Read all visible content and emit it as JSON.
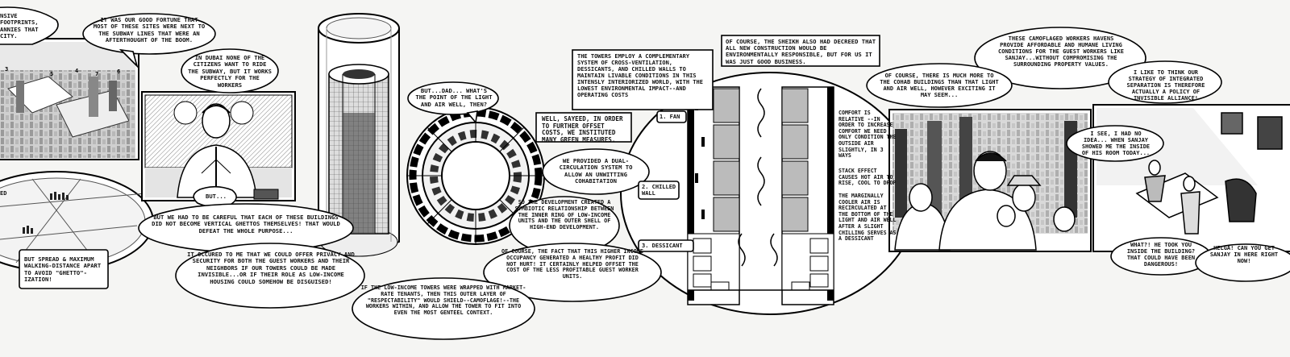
{
  "bubbles": {
    "b1": "NSIVE FOOTPRINTS, ANNIES THAT CITY.",
    "b2": "IT WAS OUR GOOD FORTUNE THAT MOST OF THESE SITES WERE NEXT TO THE SUBWAY LINES THAT WERE AN AFTERTHOUGHT OF THE BOOM.",
    "b3": "IN DUBAI NONE OF THE CITIZENS WANT TO RIDE THE SUBWAY, BUT IT WORKS PERFECTLY FOR THE WORKERS",
    "b4": "BUT...",
    "b5": "BUT WE HAD TO BE CAREFUL THAT EACH OF THESE BUILDINGS DID NOT BECOME VERTICAL GHETTOS THEMSELVES! THAT WOULD DEFEAT THE WHOLE PURPOSE...",
    "b6": "BUT SPREAD & MAXIMUM WALKING-DISTANCE APART TO AVOID \"GHETTO\"-IZATION!",
    "b7": "IT OCCURED TO ME THAT WE COULD OFFER PRIVACY AND SECURITY FOR BOTH THE GUEST WORKERS AND THEIR NEIGHBORS IF OUR TOWERS COULD BE MADE INVISIBLE...OR IF THEIR ROLE AS LOW-INCOME HOUSING COULD SOMEHOW BE DISGUISED!",
    "b8": "BUT...DAD... WHAT'S THE POINT OF THE LIGHT AND AIR WELL, THEN?",
    "b9": "WELL, SAYEED, IN ORDER TO FURTHER OFFSET COSTS, WE INSTITUTED MANY GREEN MEASURES.",
    "b10": "WE PROVIDED A DUAL-CIRCULATION SYSTEM TO ALLOW AN UNWITTING COHABITATION",
    "b11": "SO THE DEVELOPMENT CREATED A SYMBIOTIC RELATIONSHIP BETWEEN THE INNER RING OF LOW-INCOME UNITS AND THE OUTER SHELL OF HIGH-END DEVELOPMENT.",
    "b12": "OF COURSE, THE FACT THAT THIS HIGHER INCOME OCCUPANCY GENERATED A HEALTHY PROFIT DID NOT HURT! IT CERTAINLY HELPED OFFSET THE COST OF THE LESS PROFITABLE GUEST WORKER UNITS.",
    "b13": "IF THE LOW-INCOME TOWERS WERE WRAPPED WITH MARKET-RATE TENANTS, THEN THIS OUTER LAYER OF \"RESPECTABILITY\" WOULD SHIELD--CAMOFLAGE!--THE WORKERS WITHIN, AND ALLOW THE TOWER TO FIT INTO EVEN THE MOST GENTEEL CONTEXT.",
    "b14": "THE TOWERS EMPLOY A COMPLEMENTARY SYSTEM OF CROSS-VENTILATION, DESSICANTS, AND CHILLED WALLS TO MAINTAIN LIVABLE CONDITIONS IN THIS INTENSLY INTERIORIZED WORLD, WITH THE LOWEST ENVIRONMENTAL IMPACT--AND OPERATING COSTS",
    "b15": "OF COURSE, THE SHEIKH ALSO HAD DECREED THAT ALL NEW CONSTRUCTION WOULD BE ENVIRONMENTALLY RESPONSIBLE, BUT FOR US IT WAS JUST GOOD BUSINESS.",
    "b16": "COMFORT IS RELATIVE --IN ORDER TO INCREASE COMFORT WE NEED ONLY CONDITION THE OUTSIDE AIR SLIGHTLY, IN 3 WAYS",
    "b17": "STACK EFFECT CAUSES HOT AIR TO RISE, COOL TO DROP",
    "b18": "THE MARGINALLY COOLER AIR IS RECIRCULATED AT THE BOTTOM OF THE LIGHT AND AIR WELL AFTER A SLIGHT CHILLING SERVES AS A DESSICANT",
    "b19": "THESE CAMOFLAGED WORKERS HAVENS PROVIDE AFFORDABLE AND HUMANE LIVING CONDITIONS FOR THE GUEST WORKERS LIKE SANJAY...WITHOUT COMPROMISING THE SURROUNDING PROPERTY VALUES.",
    "b20": "OF COURSE, THERE IS MUCH MORE TO THE COHAB BUILDINGS THAN THAT LIGHT AND AIR WELL, HOWEVER EXCITING IT MAY SEEM...",
    "b21": "I LIKE TO THINK OUR STRATEGY OF INTEGRATED SEPARATION IS THEREFORE ACTUALLY A POLICY OF INVISIBLE ALLIANCE!",
    "b22": "I SEE, I HAD NO IDEA... WHEN SANJAY SHOWED ME THE INSIDE OF HIS ROOM TODAY...",
    "b23": "WHAT?! HE TOOK YOU INSIDE THE BUILDING? THAT COULD HAVE BEEN DANGEROUS!",
    "b24": "HELGA! CAN YOU GET SANJAY IN HERE RIGHT NOW!"
  },
  "labels": {
    "fan": "1. FAN",
    "wall": "2. CHILLED WALL",
    "dessicant": "3. DESSICANT",
    "nums": [
      "3",
      "5",
      "4",
      "7",
      "6"
    ],
    "ed": "ED"
  }
}
